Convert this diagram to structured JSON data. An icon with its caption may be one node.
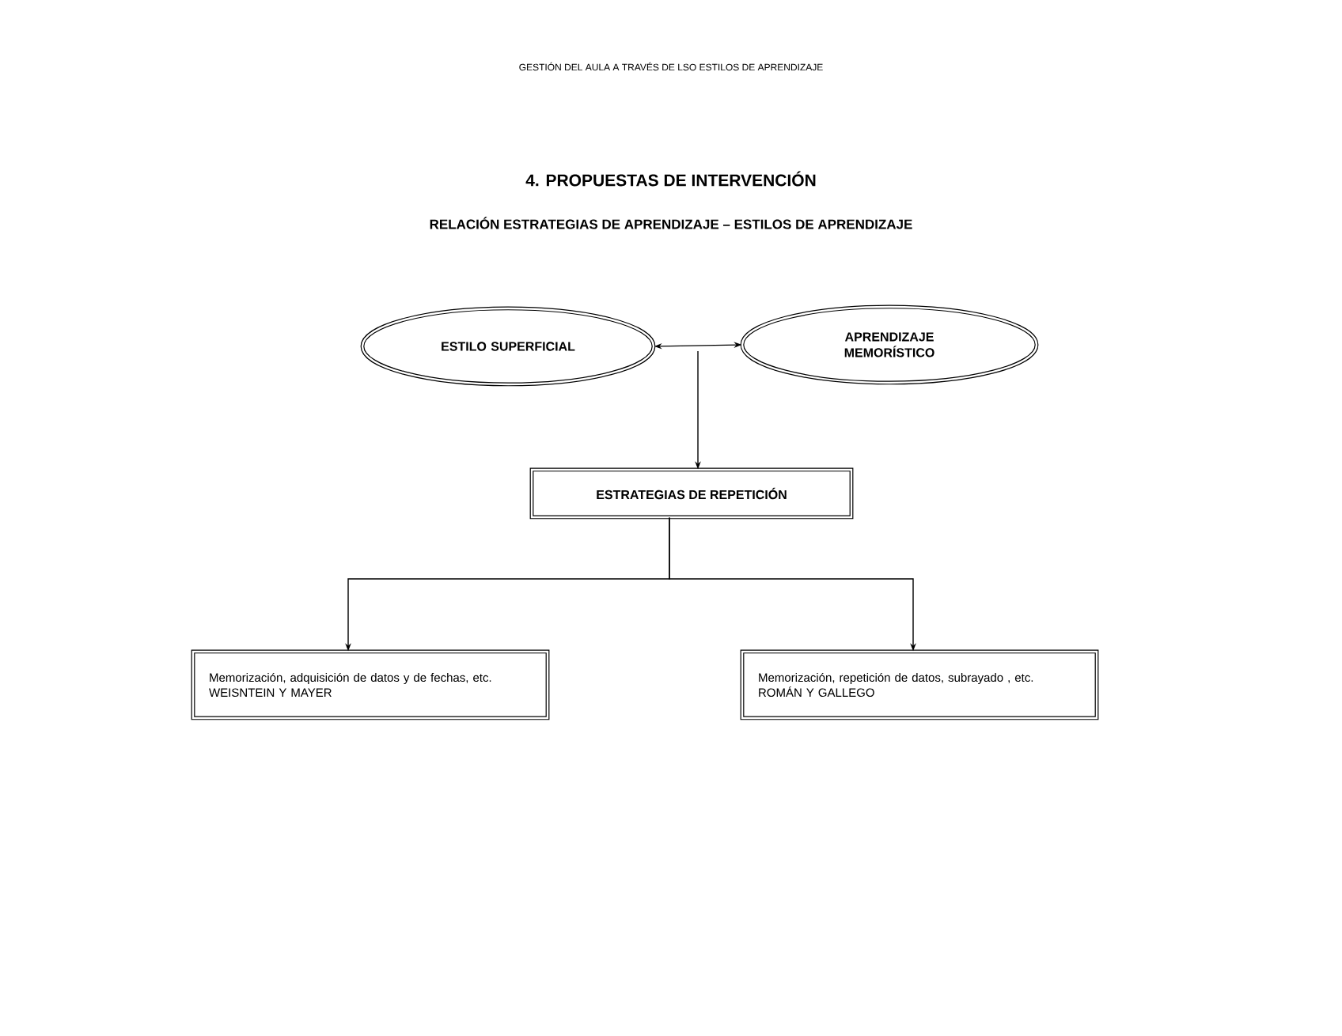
{
  "diagram": {
    "title": "4.   PROPUESTAS DE INTERVENCIÓN",
    "nodes": [
      {
        "text": [
          "ESTILO SUPERFICIAL"
        ]
      },
      {
        "text": [
          "APRENDIZAJE MEMORÍSTICO"
        ]
      },
      {
        "text": [
          "ESTRATEGIAS DE REPETICIÓN"
        ]
      },
      {
        "text": [
          "Memorización, adquisición de datos y de fechas, etc. WEISNTEIN Y MAYER"
        ]
      },
      {
        "text": [
          "Memorización, repetición de datos, subrayado , etc.  ROMÁN Y GALLEGO"
        ]
      }
    ],
    "edges": [
      {
        "from": 0,
        "to": 1,
        "arrow": "both"
      },
      {
        "from": null,
        "to": 2,
        "arrow": "to"
      },
      {
        "from": 2,
        "to": 3,
        "arrow": "to"
      },
      {
        "from": 2,
        "to": 4,
        "arrow": "to"
      }
    ],
    "labels": [
      "GESTIÓN DEL AULA A TRAVÉS DE LSO ESTILOS DE APRENDIZAJE",
      "RELACIÓN ESTRATEGIAS DE APRENDIZAJE – ESTILOS DE APRENDIZAJE"
    ]
  }
}
